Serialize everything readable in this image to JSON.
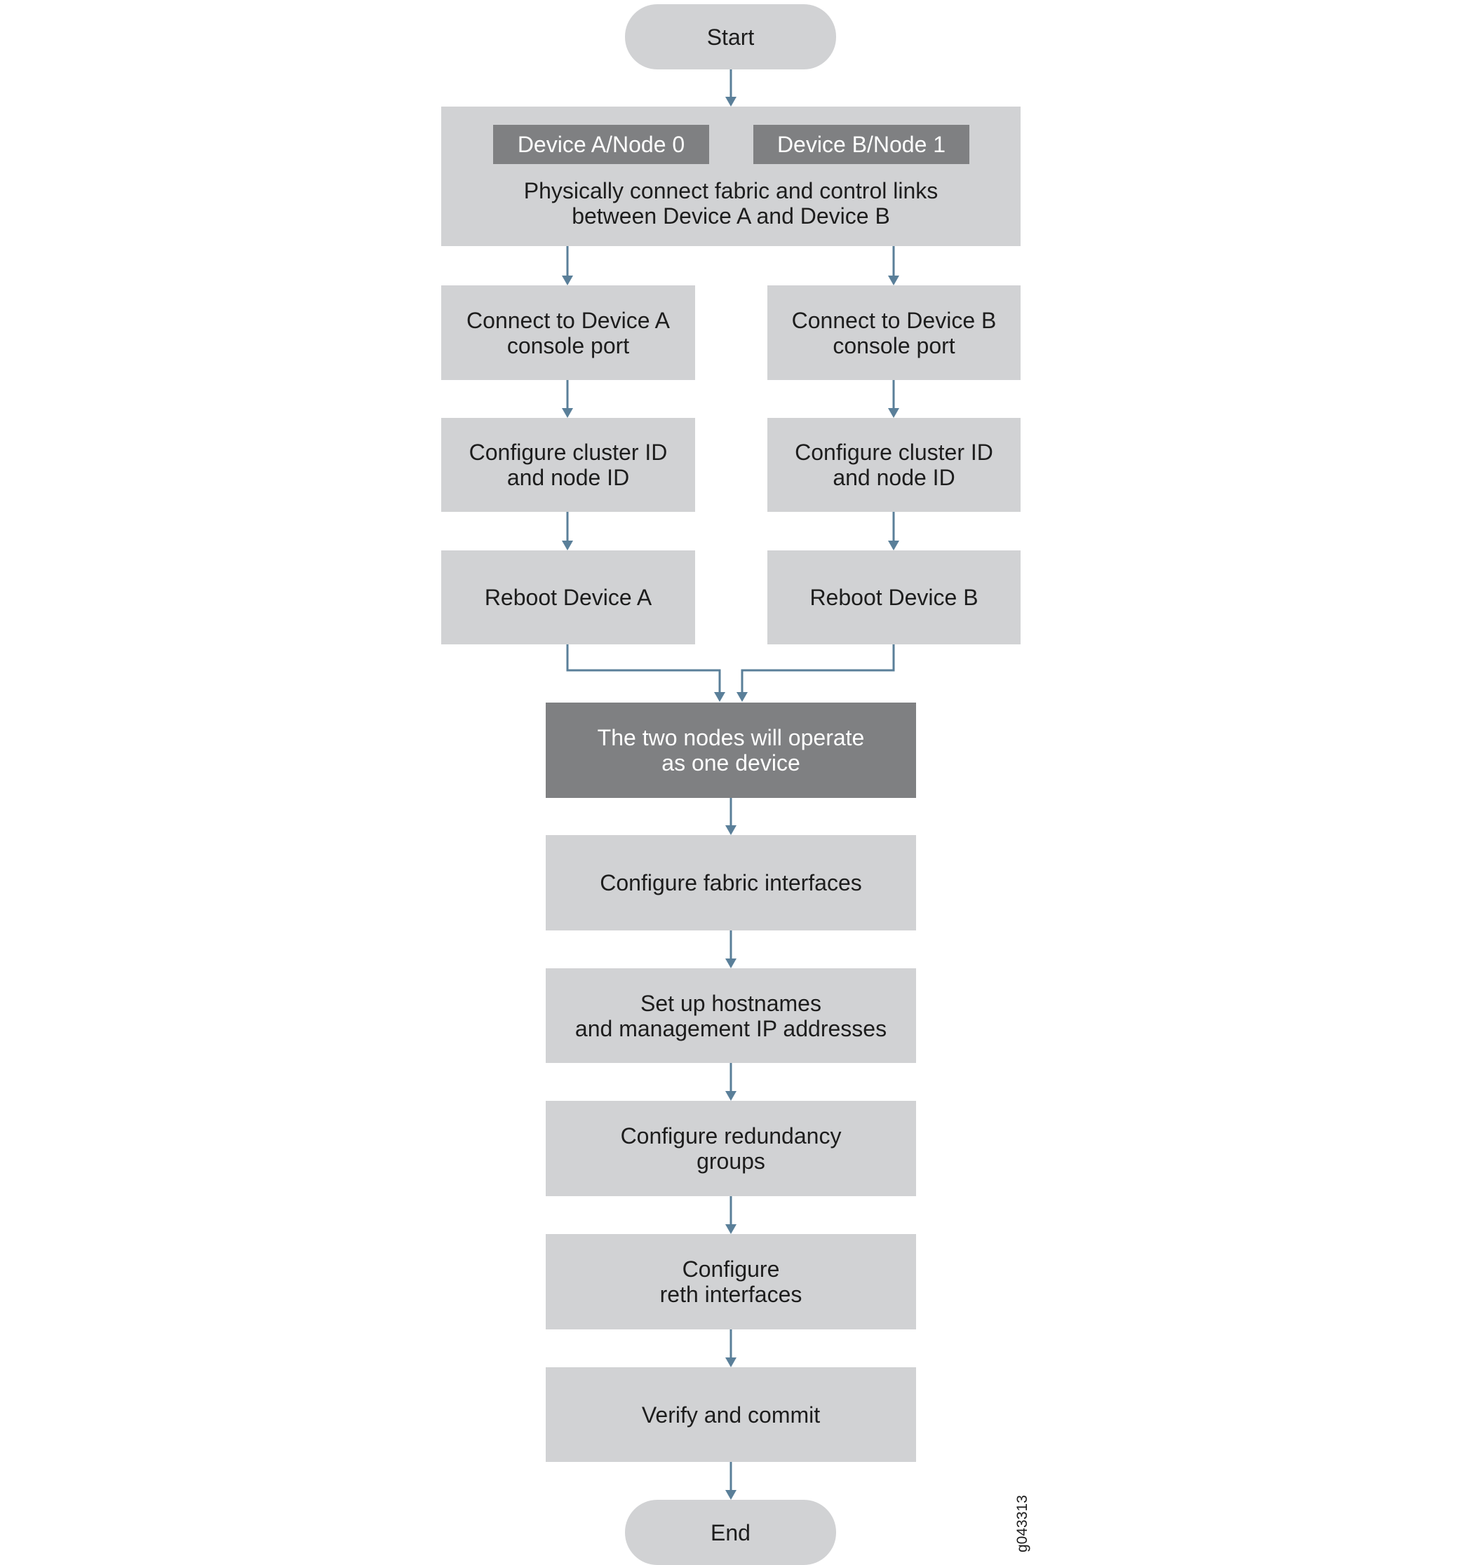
{
  "nodes": {
    "start": "Start",
    "physical": "Physically connect fabric and control links\nbetween Device A and Device B",
    "connect_a": "Connect to Device A\nconsole port",
    "connect_b": "Connect to Device B\nconsole port",
    "cluster_a": "Configure cluster ID\nand node ID",
    "cluster_b": "Configure cluster ID\nand node ID",
    "reboot_a": "Reboot Device A",
    "reboot_b": "Reboot Device B",
    "two_nodes": "The two nodes will operate\nas one device",
    "fabric": "Configure fabric interfaces",
    "hostnames": "Set up hostnames\nand management IP addresses",
    "redundancy": "Configure redundancy\ngroups",
    "reth": "Configure\nreth interfaces",
    "verify": "Verify and commit",
    "end": "End"
  },
  "tags": {
    "device_a": "Device A/Node 0",
    "device_b": "Device B/Node 1"
  },
  "figure_id": "g043313",
  "colors": {
    "box": "#d1d2d4",
    "dark_box": "#7f8082",
    "arrow": "#5a7f99",
    "text": "#1d1d1d"
  }
}
